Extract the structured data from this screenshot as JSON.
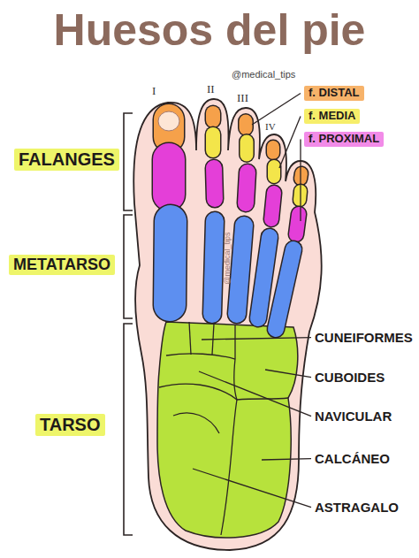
{
  "diagram": {
    "title": "Huesos del pie",
    "labels": [
      "@medical_tips",
      "I",
      "II",
      "III",
      "IV",
      "f. DISTAL",
      "f. MEDIA",
      "f. PROXIMAL",
      "FALANGES",
      "METATARSO",
      "TARSO",
      "CUNEIFORMES",
      "CUBOIDES",
      "NAVICULAR",
      "CALCÁNEO",
      "ASTRAGALO",
      "@medical_tips"
    ]
  }
}
